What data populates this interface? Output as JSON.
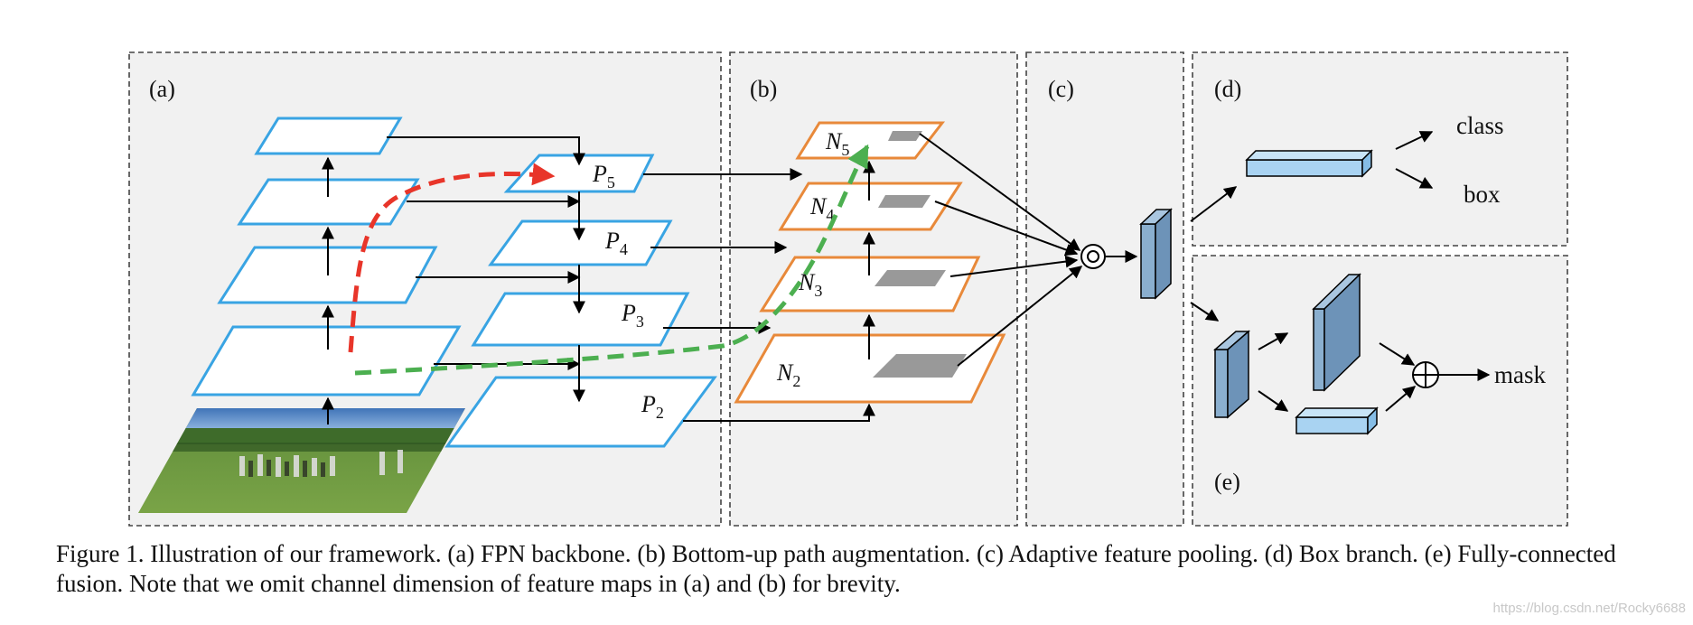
{
  "panels": {
    "a": "(a)",
    "b": "(b)",
    "c": "(c)",
    "d": "(d)",
    "e": "(e)"
  },
  "fpn_labels": {
    "p5": "P",
    "p5_sub": "5",
    "p4": "P",
    "p4_sub": "4",
    "p3": "P",
    "p3_sub": "3",
    "p2": "P",
    "p2_sub": "2"
  },
  "pan_labels": {
    "n5": "N",
    "n5_sub": "5",
    "n4": "N",
    "n4_sub": "4",
    "n3": "N",
    "n3_sub": "3",
    "n2": "N",
    "n2_sub": "2"
  },
  "outputs": {
    "class": "class",
    "box": "box",
    "mask": "mask"
  },
  "caption": "Figure 1. Illustration of our framework. (a) FPN backbone. (b) Bottom-up path augmentation. (c) Adaptive feature pooling. (d) Box branch. (e) Fully-connected fusion. Note that we omit channel dimension of feature maps in (a) and (b) for brevity.",
  "watermark": "https://blog.csdn.net/Rocky6688",
  "colors": {
    "fpn": "#39a4e3",
    "pan": "#e8893a",
    "red_path": "#e8352a",
    "green_path": "#4caf50",
    "fc_block": "#a9d3f2",
    "conv_block": "#8aafcf"
  },
  "icons": {
    "image": "photo-thumbnail",
    "pool": "circle-dot-icon",
    "fusion": "circle-plus-icon"
  }
}
